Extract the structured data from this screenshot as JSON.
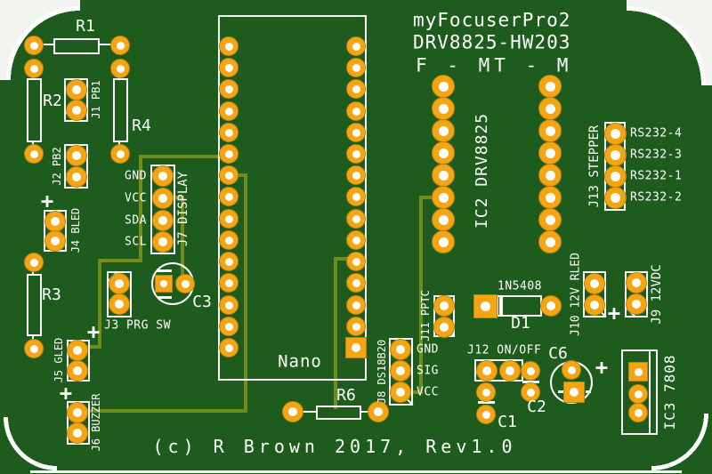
{
  "title": {
    "line1": "myFocuserPro2",
    "line2": "DRV8825-HW203",
    "line3": "F - MT - M"
  },
  "copyright": "(c) R Brown 2017, Rev1.0",
  "components": {
    "r1": "R1",
    "r2": "R2",
    "r3": "R3",
    "r4": "R4",
    "r6": "R6",
    "c1": "C1",
    "c2": "C2",
    "c3": "C3",
    "c6": "C6",
    "d1": "D1",
    "d1_part": "1N5408",
    "nano": "Nano",
    "j1": "J1 PB1",
    "j2": "J2 PB2",
    "j3": "J3 PRG SW",
    "j4": "J4 BLED",
    "j5": "J5 GLED",
    "j6": "J6 BUZZER",
    "j7": "J7 DISPLAY",
    "j8": "J8 DS18B20",
    "j9": "J9 12VDC",
    "j10": "J10 12V RLED",
    "j11": "J11 PPTC",
    "j12": "J12 ON/OFF",
    "j13": "J13 STEPPER",
    "ic2": "IC2 DRV8825",
    "ic3": "IC3 7808"
  },
  "pins": {
    "display": [
      "GND",
      "VCC",
      "SDA",
      "SCL"
    ],
    "ds18b20": [
      "GND",
      "SIG",
      "VCC"
    ],
    "stepper": [
      "RS232-4",
      "RS232-3",
      "RS232-1",
      "RS232-2"
    ]
  },
  "marks": {
    "plus": "+"
  },
  "colors": {
    "board": "#1e5c1e",
    "trace": "#708c1e",
    "pad": "#f5a512",
    "pad_edge": "#b8821a",
    "hole": "#ffffff",
    "silkscreen": "#ffffff"
  }
}
